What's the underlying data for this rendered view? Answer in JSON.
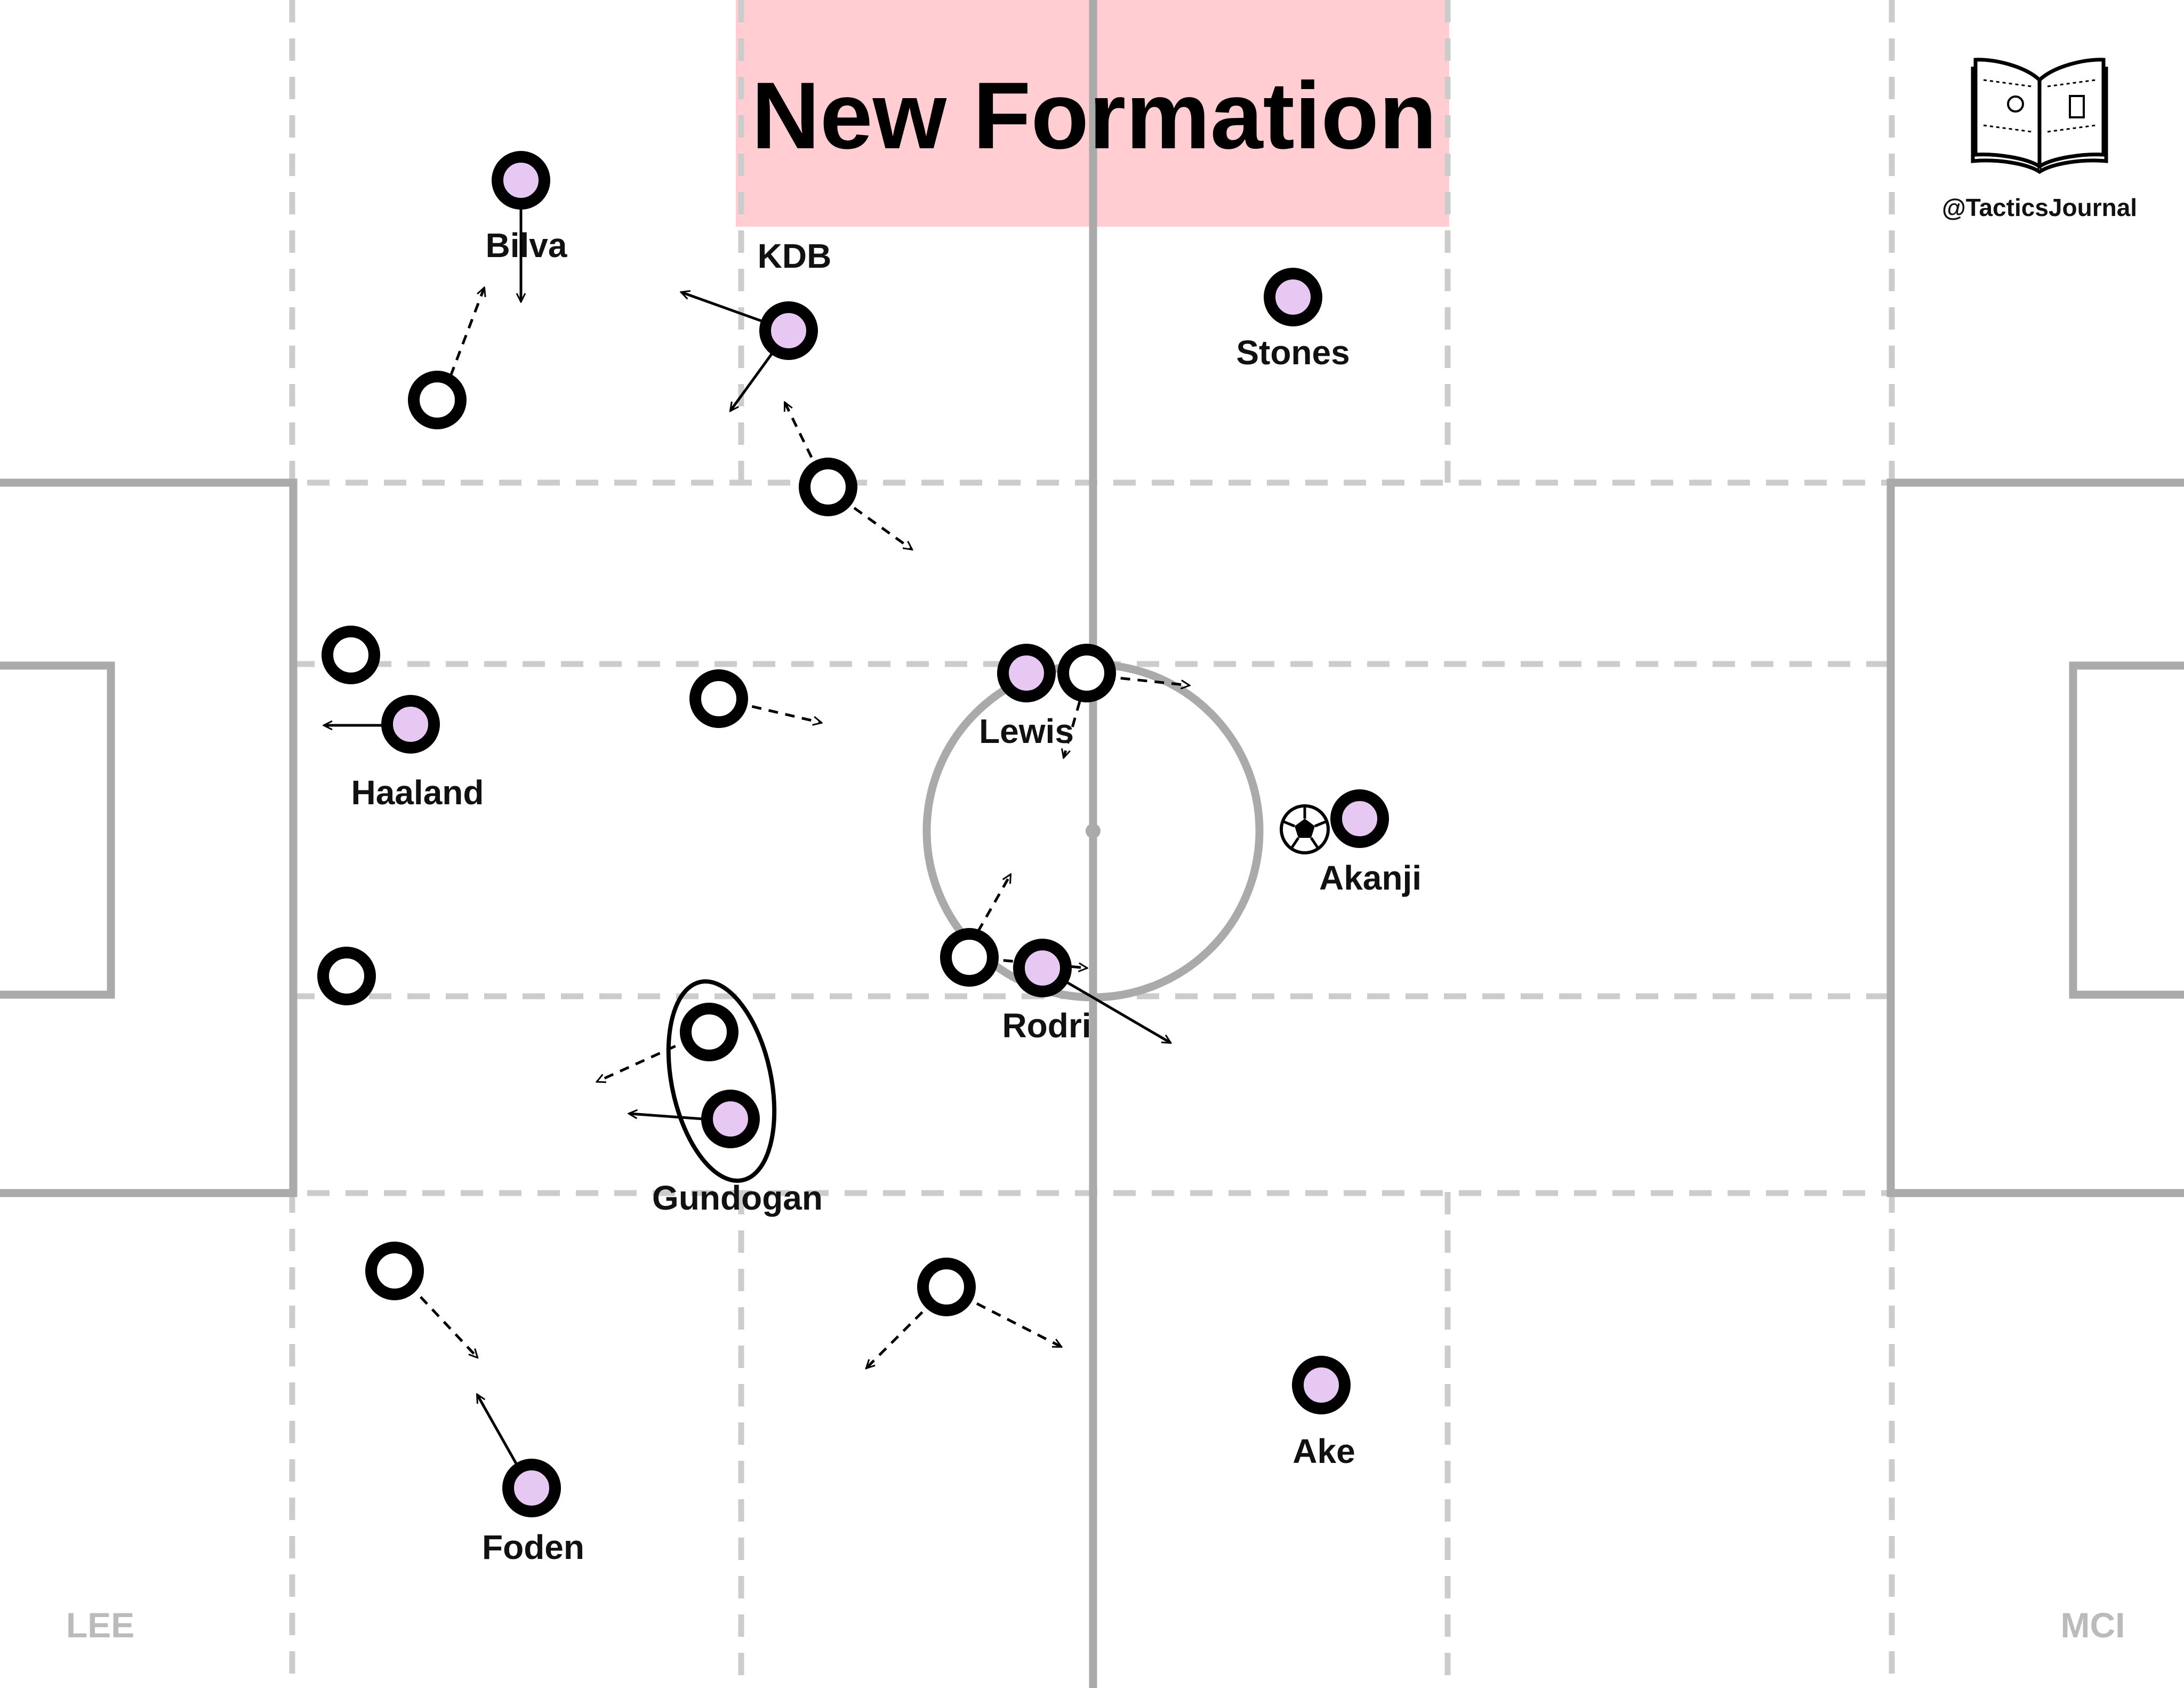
{
  "title": "New Formation",
  "handle": "@TacticsJournal",
  "teams": {
    "left": "LEE",
    "right": "MCI"
  },
  "colors": {
    "title_band": "#ffcdd2",
    "home_player_fill": "#e6c8f2",
    "away_player_fill": "#ffffff",
    "player_stroke": "#000000",
    "pitch_line": "#aaaaaa",
    "zone_line": "#cccccc",
    "team_label": "#bbbbbb"
  },
  "icons": [
    "tactics-book-icon",
    "football-icon"
  ],
  "players": [
    {
      "name": "Bilva",
      "team": "MCI"
    },
    {
      "name": "KDB",
      "team": "MCI"
    },
    {
      "name": "Stones",
      "team": "MCI"
    },
    {
      "name": "Haaland",
      "team": "MCI"
    },
    {
      "name": "Lewis",
      "team": "MCI"
    },
    {
      "name": "Akanji",
      "team": "MCI"
    },
    {
      "name": "Rodri",
      "team": "MCI"
    },
    {
      "name": "Gundogan",
      "team": "MCI"
    },
    {
      "name": "Foden",
      "team": "MCI"
    },
    {
      "name": "Ake",
      "team": "MCI"
    }
  ]
}
